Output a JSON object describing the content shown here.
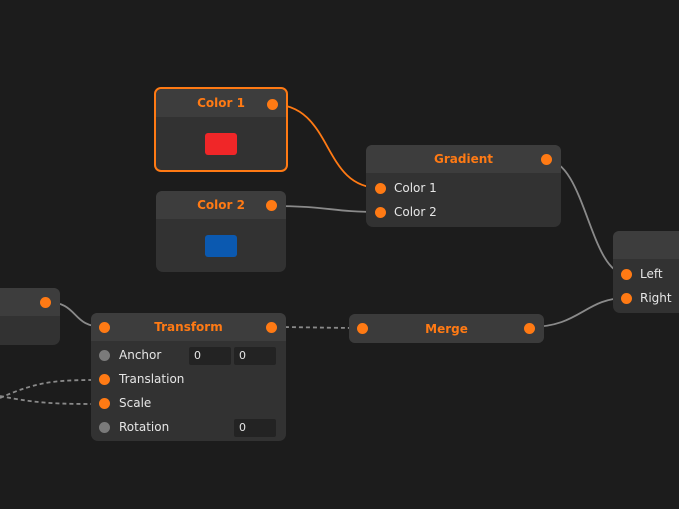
{
  "colors": {
    "background": "#1c1c1c",
    "accent": "#ff7a14",
    "node_body": "#323232",
    "node_header": "#3d3d3d",
    "wire": "#8a8a8a",
    "wire_selected": "#ff7a14"
  },
  "nodes": {
    "color1": {
      "title": "Color 1",
      "selected": true,
      "swatch_color": "#f02628"
    },
    "color2": {
      "title": "Color 2",
      "selected": false,
      "swatch_color": "#0b59b0"
    },
    "gradient": {
      "title": "Gradient",
      "inputs": [
        "Color 1",
        "Color 2"
      ]
    },
    "output": {
      "title": "",
      "inputs": [
        "Left",
        "Right"
      ]
    },
    "offscreen_left": {
      "title": ""
    },
    "transform": {
      "title": "Transform",
      "inputs": [
        {
          "label": "Anchor",
          "connected": false,
          "values": [
            "0",
            "0"
          ]
        },
        {
          "label": "Translation",
          "connected": true
        },
        {
          "label": "Scale",
          "connected": true
        },
        {
          "label": "Rotation",
          "connected": false,
          "values": [
            "0"
          ]
        }
      ]
    },
    "merge": {
      "title": "Merge"
    }
  }
}
